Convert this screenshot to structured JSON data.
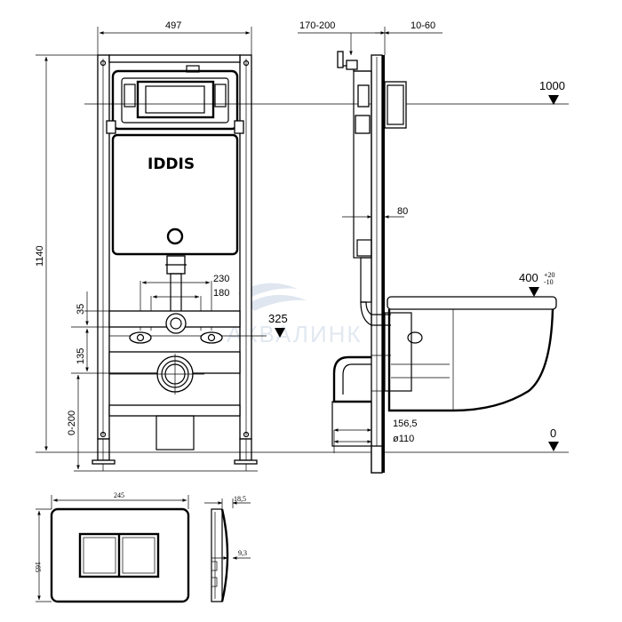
{
  "brand": {
    "logo_text": "IDDIS"
  },
  "watermark": {
    "text": "АКВАЛИНК"
  },
  "dimensions": {
    "frame_width": "497",
    "total_height": "1140",
    "wall_depth": "170-200",
    "wall_gap": "10-60",
    "level_top": "1000",
    "pipe_offset": "80",
    "pipe_spacing_outer": "230",
    "pipe_spacing_inner": "180",
    "level_inlet": "325",
    "upper_offset": "35",
    "mid_offset": "135",
    "leg_adjust": "0-200",
    "bowl_height": "400",
    "bowl_tol_plus": "+20",
    "bowl_tol_minus": "-10",
    "drain_offset": "156,5",
    "drain_diameter": "ø110",
    "floor_level": "0"
  },
  "panel_dimensions": {
    "width": "245",
    "height": "165",
    "depth": "18,5",
    "button_depth": "9,3"
  }
}
